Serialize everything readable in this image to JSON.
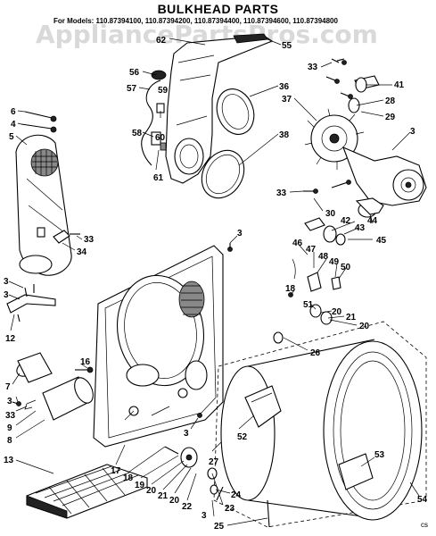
{
  "title": "BULKHEAD PARTS",
  "model_line": "For Models: 110.87394100, 110.87394200, 110.87394400, 110.87394600, 110.87394800",
  "watermark": "AppliancePartsPros.com",
  "corner_code": "cs",
  "callouts": {
    "c62": "62",
    "c55": "55",
    "c56": "56",
    "c57": "57",
    "c59": "59",
    "c36": "36",
    "c33a": "33",
    "c41": "41",
    "c28": "28",
    "c37": "37",
    "c29": "29",
    "c3a": "3",
    "c6": "6",
    "c4": "4",
    "c5": "5",
    "c58": "58",
    "c60": "60",
    "c61": "61",
    "c38": "38",
    "c33b": "33",
    "c30": "30",
    "c42": "42",
    "c43": "43",
    "c44": "44",
    "c45": "45",
    "c3b": "3",
    "c33c": "33",
    "c34": "34",
    "c46": "46",
    "c47": "47",
    "c48": "48",
    "c49": "49",
    "c50": "50",
    "c3c": "3",
    "c3d": "3",
    "c12": "12",
    "c18a": "18",
    "c51": "51",
    "c20a": "20",
    "c21a": "21",
    "c20b": "20",
    "c26": "26",
    "c16": "16",
    "c7": "7",
    "c3e": "3",
    "c33d": "33",
    "c9": "9",
    "c8": "8",
    "c13": "13",
    "c52": "52",
    "c3f": "3",
    "c27": "27",
    "c53": "53",
    "c17": "17",
    "c18b": "18",
    "c19": "19",
    "c20c": "20",
    "c21b": "21",
    "c20d": "20",
    "c22": "22",
    "c24": "24",
    "c23": "23",
    "c3g": "3",
    "c25": "25",
    "c54": "54"
  }
}
